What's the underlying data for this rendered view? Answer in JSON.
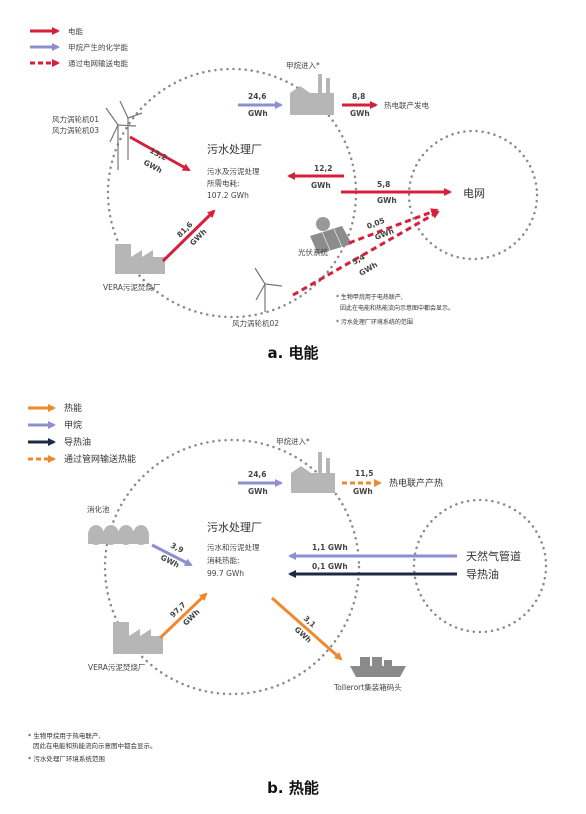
{
  "panel_a": {
    "legend": [
      "电能",
      "甲烷产生的化学能",
      "通过电网输送电能"
    ],
    "methane_input": "甲烷进入*",
    "wind_turbines_top": [
      "风力涡轮机01",
      "风力涡轮机03"
    ],
    "plant_name": "污水处理厂",
    "plant_desc": [
      "污水及污泥处理",
      "所需电耗:",
      "107.2 GWh"
    ],
    "vera": "VERA污泥焚烧厂",
    "pv": "光伏系统",
    "wind_turbine_bottom": "风力涡轮机02",
    "grid": "电网",
    "chp": "热电联产发电",
    "footnotes": [
      "* 生物甲烷用于电热联产,",
      "因此在电能和热能流向示意图中都会显示。",
      "* 污水处理厂环境系统的范围"
    ],
    "values": {
      "methane": "24,6",
      "chp": "8,8",
      "wind_top": "13,2",
      "grid_in": "12,2",
      "grid_out": "5,8",
      "vera": "81,6",
      "pv": "0,05",
      "wind_bottom": "5,4",
      "unit": "GWh"
    },
    "caption": "a. 电能"
  },
  "panel_b": {
    "legend": [
      "热能",
      "甲烷",
      "导热油",
      "通过管网输送热能"
    ],
    "methane_input": "甲烷进入*",
    "digester": "消化池",
    "plant_name": "污水处理厂",
    "plant_desc": [
      "污水和污泥处理",
      "消耗热能:",
      "99.7 GWh"
    ],
    "vera": "VERA污泥焚烧厂",
    "terminal": "Tollerort集装箱码头",
    "gas_pipeline": "天然气管道",
    "thermal_oil": "导热油",
    "chp": "热电联产产热",
    "footnotes": [
      "* 生物甲烷用于热电联产,",
      "因此在电能和热能流向示意图中都会显示。",
      "* 污水处理厂环境系统范围"
    ],
    "values": {
      "methane": "24,6",
      "chp": "11,5",
      "digester": "3,9",
      "gas": "1,1 GWh",
      "oil": "0,1 GWh",
      "vera": "97,7",
      "terminal": "3,1",
      "unit": "GWh"
    },
    "caption": "b. 热能"
  },
  "colors": {
    "electric": "#d6203a",
    "methane": "#8e8ed0",
    "heat": "#ee8a2b",
    "oil": "#1c2a44",
    "dots": "#8a8a8a"
  }
}
